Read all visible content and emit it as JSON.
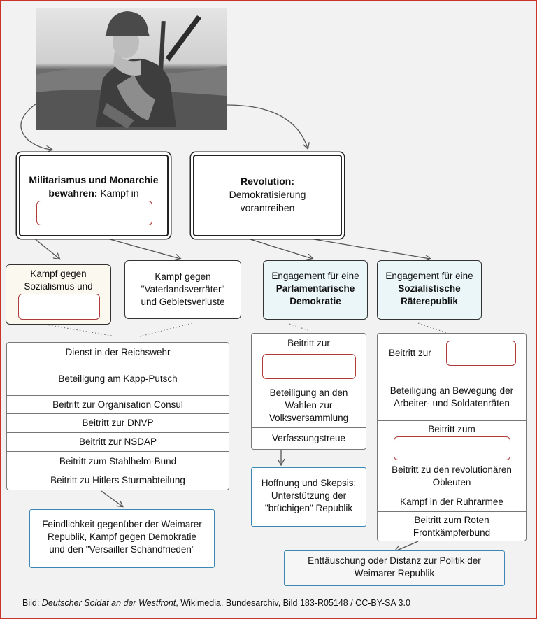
{
  "top_left": {
    "bold": "Militarismus und Monarchie bewahren:",
    "rest": "Kampf in"
  },
  "top_right": {
    "bold": "Revolution:",
    "line1": "Demokratisierung",
    "line2": "vorantreiben"
  },
  "mid": {
    "c1": {
      "l1": "Kampf gegen",
      "l2": "Sozialismus und"
    },
    "c2": {
      "l1": "Kampf gegen",
      "l2": "\"Vaterlandsverräter\"",
      "l3": "und Gebietsverluste"
    },
    "c3": {
      "l1": "Engagement für eine",
      "b1": "Parlamentarische",
      "b2": "Demokratie"
    },
    "c4": {
      "l1": "Engagement für eine",
      "b1": "Sozialistische",
      "b2": "Räterepublik"
    }
  },
  "list1": [
    "Dienst in der Reichswehr",
    "Beteiligung am Kapp-Putsch",
    "Beitritt zur Organisation Consul",
    "Beitritt zur DNVP",
    "Beitritt zur NSDAP",
    "Beitritt zum Stahlhelm-Bund",
    "Beitritt zu Hitlers Sturmabteilung"
  ],
  "list2": {
    "r1": "Beitritt zur",
    "r2a": "Beteiligung an den",
    "r2b": "Wahlen zur",
    "r2c": "Volksversammlung",
    "r3": "Verfassungstreue"
  },
  "list3": {
    "r1": "Beitritt zur",
    "r2a": "Beteiligung an Bewegung der",
    "r2b": "Arbeiter- und Soldatenräten",
    "r3": "Beitritt zum",
    "r4a": "Beitritt zu den revolutionären",
    "r4b": "Obleuten",
    "r5": "Kampf in der Ruhrarmee",
    "r6a": "Beitritt zum Roten",
    "r6b": "Frontkämpferbund"
  },
  "out1": {
    "l1": "Feindlichkeit gegenüber der Weimarer",
    "l2": "Republik, Kampf gegen Demokratie",
    "l3": "und den \"Versailler Schandfrieden\""
  },
  "out2": {
    "l1": "Hoffnung und Skepsis:",
    "l2": "Unterstützung der",
    "l3": "\"brüchigen\" Republik"
  },
  "out3": {
    "l1": "Enttäuschung oder Distanz zur Politik der",
    "l2": "Weimarer Republik"
  },
  "caption": {
    "prefix": "Bild: ",
    "italic": "Deutscher Soldat an der Westfront",
    "rest": ", Wikimedia, Bundesarchiv, Bild 183-R05148 / CC-BY-SA 3.0"
  },
  "colors": {
    "border_red": "#c9342b",
    "outcome_blue": "#3b87b5",
    "gap_red": "#b03a3a"
  }
}
